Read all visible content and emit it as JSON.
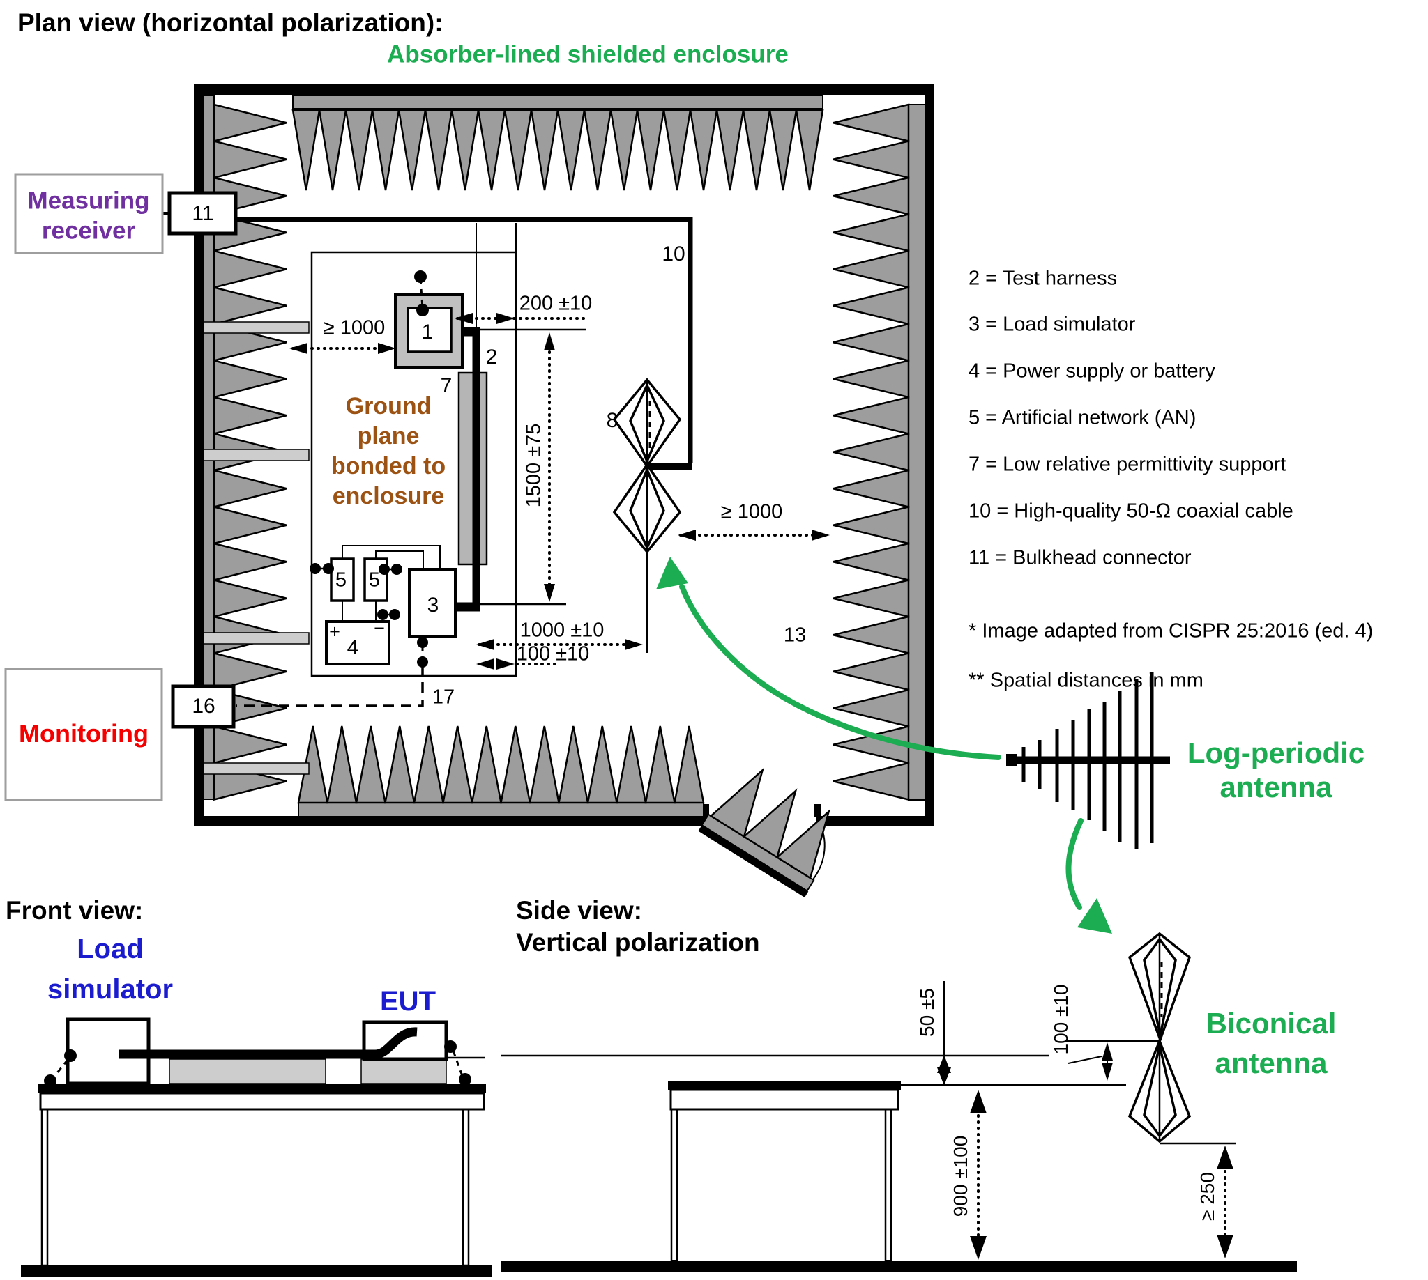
{
  "headings": {
    "plan_view": "Plan view (horizontal polarization):",
    "enclosure": "Absorber-lined shielded enclosure",
    "front_view": "Front view:",
    "side_view_line1": "Side view:",
    "side_view_line2": "Vertical polarization"
  },
  "instruments": {
    "measuring_receiver_line1": "Measuring",
    "measuring_receiver_line2": "receiver",
    "monitoring": "Monitoring"
  },
  "component_numbers": {
    "eut": "1",
    "harness": "2",
    "load_simulator": "3",
    "power_supply": "4",
    "an_left": "5",
    "an_right": "5",
    "support": "7",
    "antenna": "8",
    "coax": "10",
    "bulkhead": "11",
    "absorber": "13",
    "monitor_bulkhead": "16",
    "monitor_line": "17",
    "battery_plus": "+",
    "battery_minus": "−"
  },
  "dimensions": {
    "eut_to_wall": "≥ 1000",
    "eut_to_gp_edge": "200 ±10",
    "harness_length": "1500 ±75",
    "harness_to_antenna": "1000 ±10",
    "harness_to_gp_edge": "100 ±10",
    "antenna_to_absorber": "≥ 1000",
    "harness_height": "50 ±5",
    "antenna_above_gp": "100 ±10",
    "gp_height": "900 ±100",
    "antenna_clearance": "≥ 250"
  },
  "ground_plane_note": {
    "line1": "Ground",
    "line2": "plane",
    "line3": "bonded to",
    "line4": "enclosure"
  },
  "legend": {
    "items": [
      "2 = Test harness",
      "3 = Load simulator",
      "4 = Power supply or battery",
      "5 = Artificial network (AN)",
      "7 = Low relative permittivity support",
      "10 = High-quality 50-Ω coaxial cable",
      "11 = Bulkhead connector"
    ],
    "footnote1": "* Image adapted from CISPR 25:2016 (ed. 4)",
    "footnote2": "** Spatial distances in mm"
  },
  "antennas": {
    "log_periodic_line1": "Log-periodic",
    "log_periodic_line2": "antenna",
    "biconical_line1": "Biconical",
    "biconical_line2": "antenna"
  },
  "front_view_labels": {
    "load_simulator_line1": "Load",
    "load_simulator_line2": "simulator",
    "eut": "EUT"
  },
  "colors": {
    "accent_green": "#1cac52",
    "label_purple": "#7030a0",
    "label_red": "#f40000",
    "label_blue": "#1c1ccf",
    "note_brown": "#9c5212",
    "absorber_gray": "#9d9d9d",
    "panel_gray": "#cdcdcd"
  }
}
